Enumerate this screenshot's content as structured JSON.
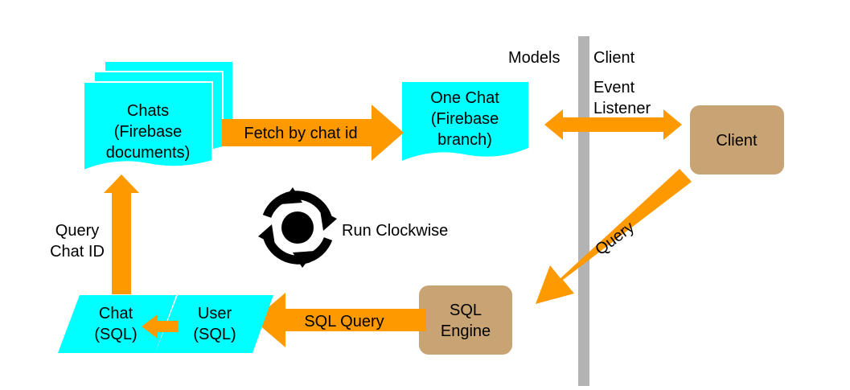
{
  "colors": {
    "cyan": "#00ffff",
    "arrow_orange": "#ff9900",
    "brown_box": "#c8a373",
    "divider_gray": "#b3b3b3"
  },
  "divider": {
    "left_label": "Models",
    "right_label": "Client"
  },
  "nodes": {
    "chats_docs": {
      "lines": [
        "Chats",
        "(Firebase",
        "documents)"
      ]
    },
    "one_chat": {
      "lines": [
        "One Chat",
        "(Firebase",
        "branch)"
      ]
    },
    "client": {
      "label": "Client"
    },
    "sql_engine": {
      "lines": [
        "SQL",
        "Engine"
      ]
    },
    "user_sql": {
      "lines": [
        "User",
        "(SQL)"
      ]
    },
    "chat_sql": {
      "lines": [
        "Chat",
        "(SQL)"
      ]
    }
  },
  "edges": {
    "fetch": {
      "label": "Fetch by chat id"
    },
    "event_listener": {
      "lines": [
        "Event",
        "Listener"
      ]
    },
    "query": {
      "label": "Query"
    },
    "sql_query": {
      "label": "SQL Query"
    },
    "query_chat_id": {
      "lines": [
        "Query",
        "Chat ID"
      ]
    }
  },
  "center": {
    "icon": "cycle-arrows-icon",
    "label": "Run Clockwise"
  }
}
